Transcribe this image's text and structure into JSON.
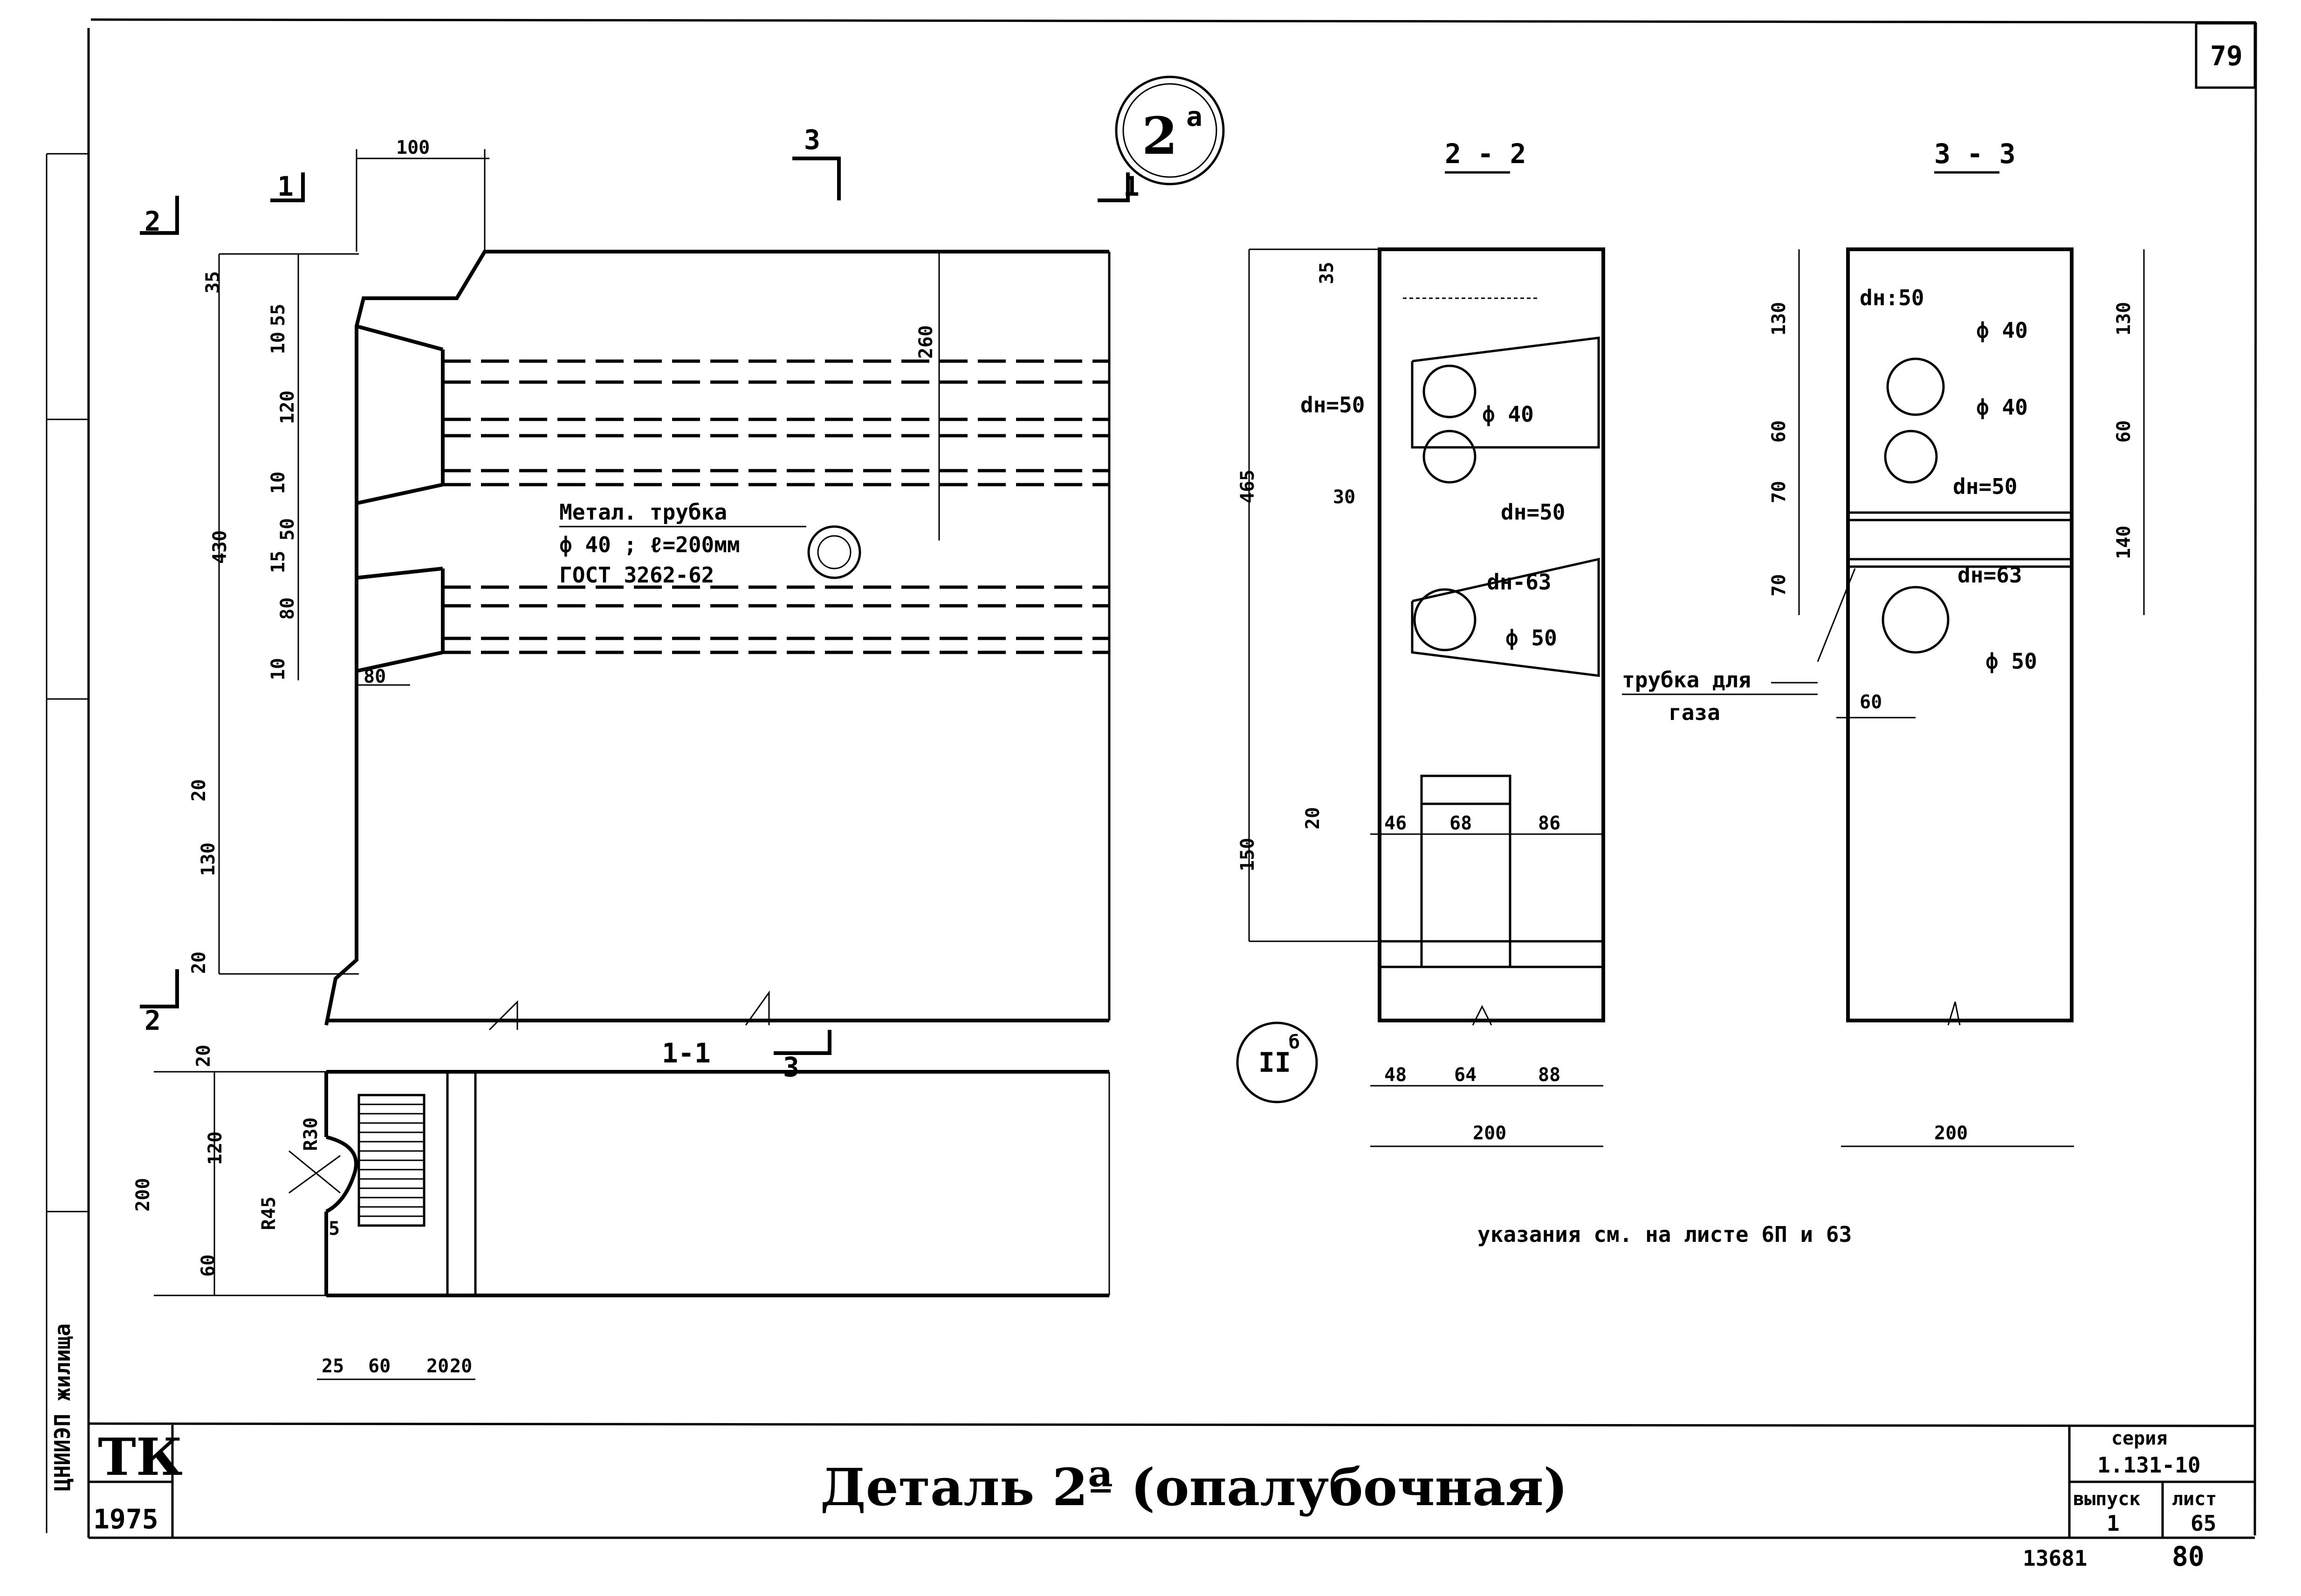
{
  "sheet": {
    "page_number": "79",
    "footer_left": "13681",
    "footer_right": "80"
  },
  "title_block": {
    "stamp_top": "ТК",
    "stamp_year": "1975",
    "title": "Деталь 2ª (опалубочная)",
    "series_label": "серия",
    "series_value": "1.131-10",
    "issue_label": "выпуск",
    "issue_value": "1",
    "sheet_label": "лист",
    "sheet_value": "65"
  },
  "side_strip": {
    "text": "ЦНИИЭП жилища"
  },
  "detail_mark": {
    "base": "2",
    "superscript": "a"
  },
  "section_marks": {
    "s1_top_left": "1",
    "s1_top_right": "1",
    "s2_top": "2",
    "s2_bottom": "2",
    "s3_top": "3",
    "s3_mid": "3",
    "title_1_1": "1-1",
    "title_2_2": "2 - 2",
    "title_3_3": "3 - 3",
    "node_mark": "II",
    "node_mark_sup": "б"
  },
  "callouts": {
    "pipe_line1": "Метал. трубка",
    "pipe_line2": "ф 40 ; ℓ=200мм",
    "pipe_line3": "ГОСТ 3262-62",
    "gas_line1": "трубка для",
    "gas_line2": "газа",
    "notes": "указания  см.  на  листе  6П  и 63"
  },
  "dims_main": {
    "top_100": "100",
    "v_35": "35",
    "v_10a": "10",
    "v_55": "55",
    "v_120": "120",
    "v_10b": "10",
    "v_50": "50",
    "v_15": "15",
    "v_80": "80",
    "v_10c": "10",
    "v_430": "430",
    "v_20a": "20",
    "v_130": "130",
    "v_20b": "20",
    "h_80": "80",
    "v_260": "260"
  },
  "dims_plan": {
    "v_20": "20",
    "v_120": "120",
    "v_200": "200",
    "v_60": "60",
    "r30": "R30",
    "r45": "R45",
    "v_5": "5",
    "h_25": "25",
    "h_60": "60",
    "h_20a": "20",
    "h_20b": "20"
  },
  "dims_2_2": {
    "v_35": "35",
    "v_465": "465",
    "h_30": "30",
    "dn50": "dн=50",
    "phi40": "ф 40",
    "dn50b": "dн=50",
    "dn63": "dн-63",
    "phi50": "ф 50",
    "v_20": "20",
    "v_150": "150",
    "h_46": "46",
    "h_68": "68",
    "h_86": "86",
    "h_48": "48",
    "h_64": "64",
    "h_88": "88",
    "h_200": "200"
  },
  "dims_3_3": {
    "v_130l": "130",
    "v_60l": "60",
    "v_70a": "70",
    "v_70b": "70",
    "v_130r": "130",
    "v_60r": "60",
    "v_140r": "140",
    "dn50a": "dн:50",
    "phi40a": "ф 40",
    "phi40b": "ф 40",
    "dn50b": "dн=50",
    "dn63": "dн=63",
    "phi50": "ф 50",
    "h_60": "60",
    "h_200": "200"
  }
}
